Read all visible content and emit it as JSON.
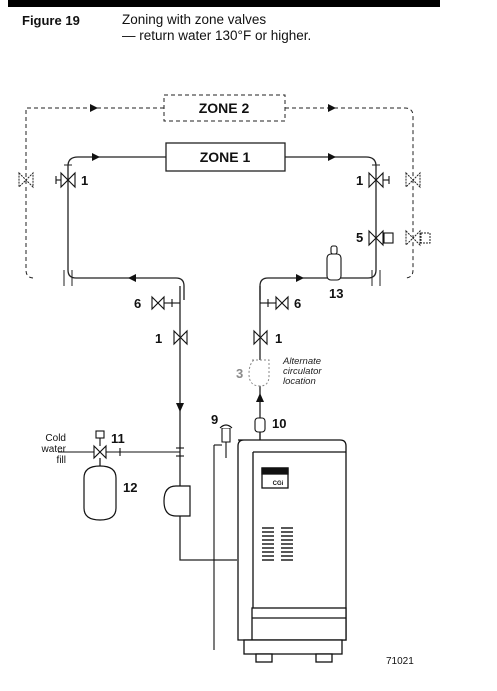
{
  "header": {
    "figure_label": "Figure 19",
    "title_line1": "Zoning with zone valves",
    "title_line2": "— return water 130°F or higher."
  },
  "zones": {
    "zone2": "ZONE 2",
    "zone1": "ZONE 1"
  },
  "callouts": {
    "n1_left": "1",
    "n1_right": "1",
    "n5": "5",
    "n6_left": "6",
    "n6_right": "6",
    "n13": "13",
    "n1_supply": "1",
    "n1_return": "1",
    "n3": "3",
    "n9": "9",
    "n10": "10",
    "n11": "11",
    "n12": "12"
  },
  "notes": {
    "alternate_line1": "Alternate",
    "alternate_line2": "circulator",
    "alternate_line3": "location",
    "cold_line1": "Cold",
    "cold_line2": "water",
    "cold_line3": "fill"
  },
  "boiler": {
    "badge": "CGi"
  },
  "drawing_number": "71021"
}
